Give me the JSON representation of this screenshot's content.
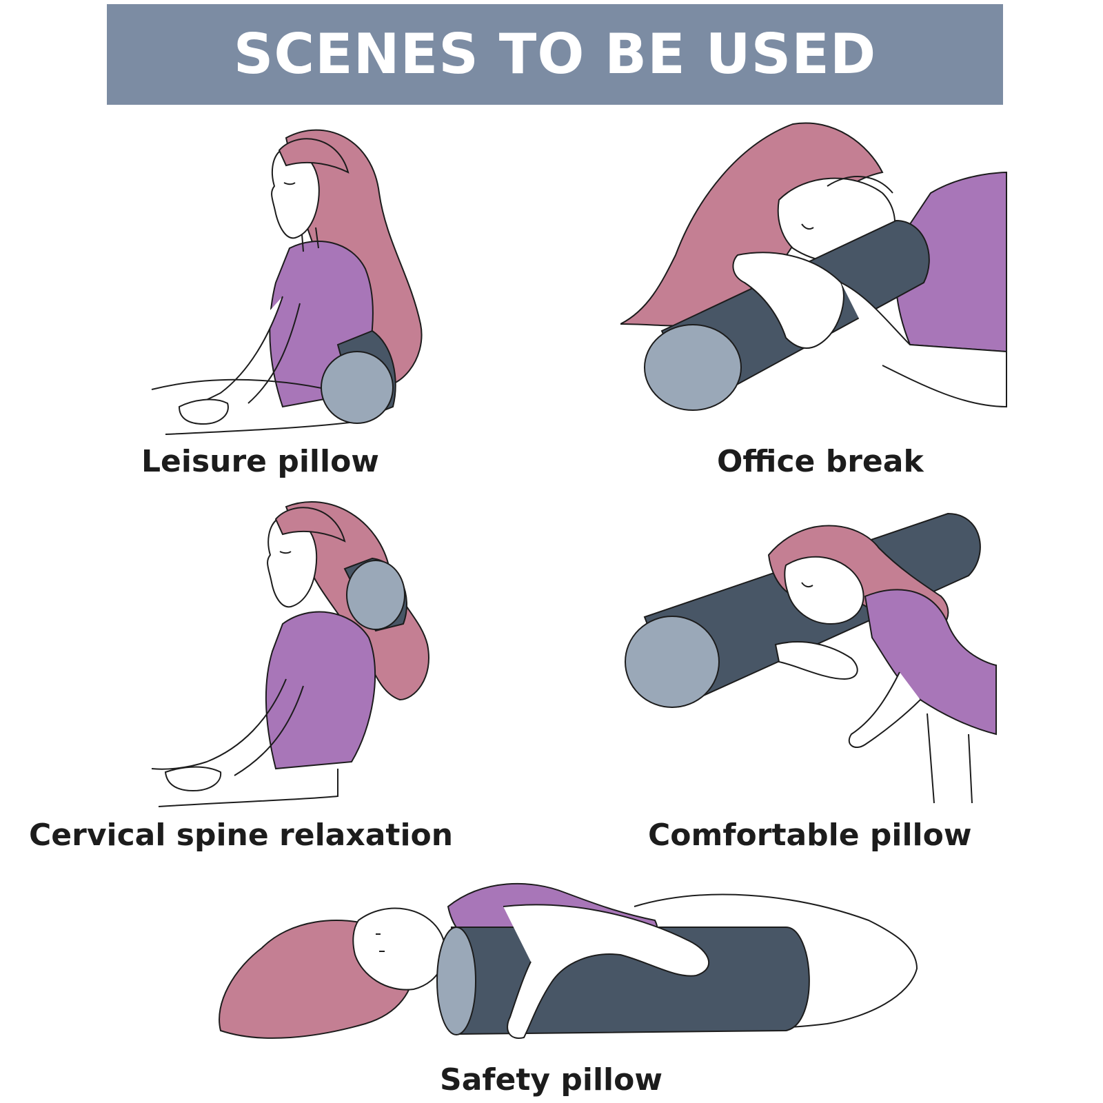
{
  "header": {
    "title": "SCENES TO BE USED",
    "background_color": "#7c8ca3",
    "text_color": "#ffffff"
  },
  "palette": {
    "hair": "#c47f93",
    "hair_dark": "#b06b80",
    "shirt": "#a876b8",
    "pillow_body": "#485666",
    "pillow_end": "#9aa8b8",
    "skin": "#ffffff",
    "outline": "#1c1c1c"
  },
  "scenes": [
    {
      "id": "leisure",
      "caption": "Leisure pillow"
    },
    {
      "id": "office",
      "caption": "Office break"
    },
    {
      "id": "cervical",
      "caption": "Cervical spine relaxation"
    },
    {
      "id": "comfortable",
      "caption": "Comfortable pillow"
    },
    {
      "id": "safety",
      "caption": "Safety pillow"
    }
  ],
  "icons": [
    "woman-sitting-illustration",
    "woman-leaning-illustration",
    "woman-lying-illustration",
    "cylinder-pillow-icon"
  ]
}
